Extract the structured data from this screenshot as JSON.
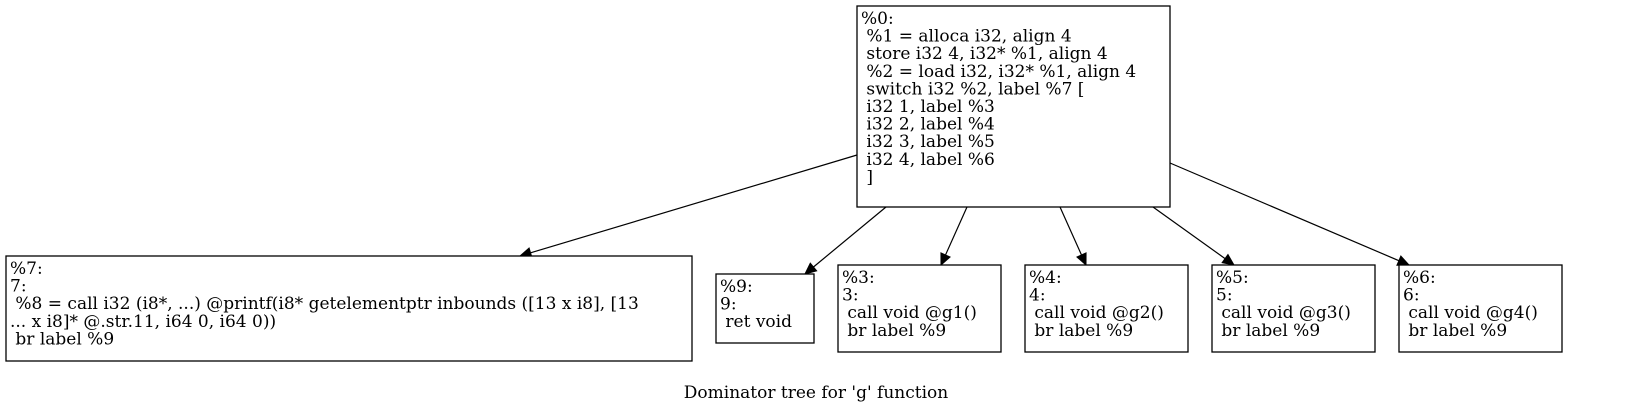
{
  "caption": "Dominator tree for 'g' function",
  "nodes": {
    "n0": {
      "lines": [
        "%0:",
        " %1 = alloca i32, align 4",
        " store i32 4, i32* %1, align 4",
        " %2 = load i32, i32* %1, align 4",
        " switch i32 %2, label %7 [",
        " i32 1, label %3",
        " i32 2, label %4",
        " i32 3, label %5",
        " i32 4, label %6",
        " ]"
      ]
    },
    "n7": {
      "lines": [
        "%7:",
        "7:",
        " %8 = call i32 (i8*, ...) @printf(i8* getelementptr inbounds ([13 x i8], [13",
        "... x i8]* @.str.11, i64 0, i64 0))",
        " br label %9"
      ]
    },
    "n9": {
      "lines": [
        "%9:",
        "9:",
        " ret void"
      ]
    },
    "n3": {
      "lines": [
        "%3:",
        "3:",
        " call void @g1()",
        " br label %9"
      ]
    },
    "n4": {
      "lines": [
        "%4:",
        "4:",
        " call void @g2()",
        " br label %9"
      ]
    },
    "n5": {
      "lines": [
        "%5:",
        "5:",
        " call void @g3()",
        " br label %9"
      ]
    },
    "n6": {
      "lines": [
        "%6:",
        "6:",
        " call void @g4()",
        " br label %9"
      ]
    }
  },
  "edges": [
    {
      "from": "n0",
      "to": "n7"
    },
    {
      "from": "n0",
      "to": "n9"
    },
    {
      "from": "n0",
      "to": "n3"
    },
    {
      "from": "n0",
      "to": "n4"
    },
    {
      "from": "n0",
      "to": "n5"
    },
    {
      "from": "n0",
      "to": "n6"
    }
  ]
}
